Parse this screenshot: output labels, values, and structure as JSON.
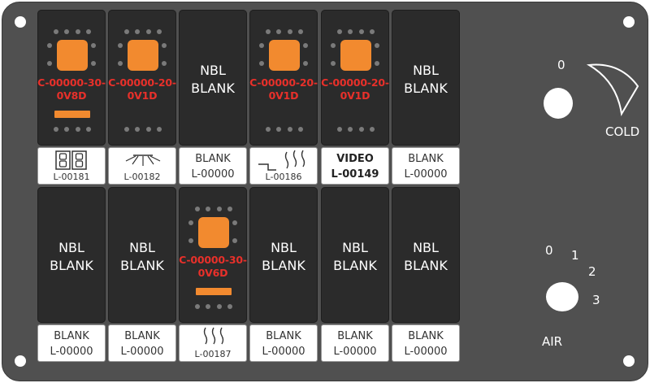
{
  "colors": {
    "panel": "#505050",
    "lamp": "#f28a2f",
    "code_text": "#e8302a"
  },
  "switches_top": [
    {
      "type": "lamp",
      "code": "C-00000-30-\n0V8D",
      "bar": true
    },
    {
      "type": "lamp",
      "code": "C-00000-20-\n0V1D",
      "bar": false
    },
    {
      "type": "blank",
      "text": "NBL\nBLANK"
    },
    {
      "type": "lamp",
      "code": "C-00000-20-\n0V1D",
      "bar": false
    },
    {
      "type": "lamp",
      "code": "C-00000-20-\n0V1D",
      "bar": false
    },
    {
      "type": "blank",
      "text": "NBL\nBLANK"
    }
  ],
  "labels_top": [
    {
      "icon": "dual-seat-icon",
      "code": "L-00181"
    },
    {
      "icon": "light-rays-icon",
      "code": "L-00182"
    },
    {
      "title": "BLANK",
      "code": "L-00000"
    },
    {
      "icon": "heat-step-icon",
      "code": "L-00186"
    },
    {
      "title": "VIDEO",
      "code": "L-00149",
      "bold": true
    },
    {
      "title": "BLANK",
      "code": "L-00000"
    }
  ],
  "switches_bottom": [
    {
      "type": "blank",
      "text": "NBL\nBLANK"
    },
    {
      "type": "blank",
      "text": "NBL\nBLANK"
    },
    {
      "type": "lamp",
      "code": "C-00000-30-\n0V6D",
      "bar": true
    },
    {
      "type": "blank",
      "text": "NBL\nBLANK"
    },
    {
      "type": "blank",
      "text": "NBL\nBLANK"
    },
    {
      "type": "blank",
      "text": "NBL\nBLANK"
    }
  ],
  "labels_bottom": [
    {
      "title": "BLANK",
      "code": "L-00000"
    },
    {
      "title": "BLANK",
      "code": "L-00000"
    },
    {
      "icon": "heat-waves-icon",
      "code": "L-00187"
    },
    {
      "title": "BLANK",
      "code": "L-00000"
    },
    {
      "title": "BLANK",
      "code": "L-00000"
    },
    {
      "title": "BLANK",
      "code": "L-00000"
    }
  ],
  "temp_knob": {
    "zero": "0",
    "label": "COLD"
  },
  "air_knob": {
    "positions": [
      "0",
      "1",
      "2",
      "3"
    ],
    "label": "AIR"
  }
}
